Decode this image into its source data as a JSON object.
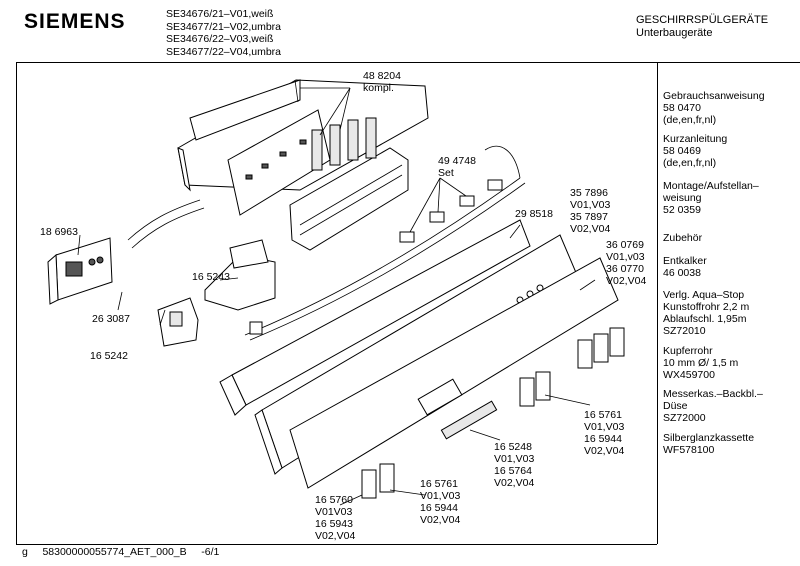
{
  "header": {
    "brand": "SIEMENS",
    "models": [
      "SE34676/21–V01,weiß",
      "SE34677/21–V02,umbra",
      "SE34676/22–V03,weiß",
      "SE34677/22–V04,umbra"
    ],
    "category_line1": "GESCHIRRSPÜLGERÄTE",
    "category_line2": "Unterbaugeräte"
  },
  "sidebar": [
    {
      "lines": [
        "Gebrauchsanweisung",
        "58 0470",
        "(de,en,fr,nl)"
      ]
    },
    {
      "lines": [
        "Kurzanleitung",
        "58 0469",
        "(de,en,fr,nl)"
      ]
    },
    {
      "lines": [
        "Montage/Aufstellan–",
        "weisung",
        "52 0359"
      ]
    },
    {
      "lines": [
        "Zubehör"
      ]
    },
    {
      "lines": [
        "Entkalker",
        "46 0038"
      ]
    },
    {
      "lines": [
        "Verlg. Aqua–Stop",
        "Kunstoffrohr 2,2 m",
        "Ablaufschl. 1,95m",
        "SZ72010"
      ]
    },
    {
      "lines": [
        "Kupferrohr",
        "10 mm Ø/ 1,5 m",
        "WX459700"
      ]
    },
    {
      "lines": [
        "Messerkas.–Backbl.–",
        "Düse",
        "SZ72000"
      ]
    },
    {
      "lines": [
        "Silberglanzkassette",
        "WF578100"
      ]
    }
  ],
  "part_labels": [
    {
      "lines": [
        "48 8204",
        "kompl."
      ]
    },
    {
      "lines": [
        "49 4748",
        "Set"
      ]
    },
    {
      "lines": [
        "35 7896",
        "V01,V03",
        "35 7897",
        "V02,V04"
      ]
    },
    {
      "lines": [
        "29 8518"
      ]
    },
    {
      "lines": [
        "18 6963"
      ]
    },
    {
      "lines": [
        "36 0769",
        "V01,v03",
        "36 0770",
        "V02,V04"
      ]
    },
    {
      "lines": [
        "16 5243"
      ]
    },
    {
      "lines": [
        "26 3087"
      ]
    },
    {
      "lines": [
        "16 5242"
      ]
    },
    {
      "lines": [
        "16 5761",
        "V01,V03",
        "16 5944",
        "V02,V04"
      ]
    },
    {
      "lines": [
        "16 5248",
        "V01,V03",
        "16 5764",
        "V02,V04"
      ]
    },
    {
      "lines": [
        "16 5761",
        "V01,V03",
        "16 5944",
        "V02,V04"
      ]
    },
    {
      "lines": [
        "16 5760",
        "V01V03",
        "16 5943",
        "V02,V04"
      ]
    }
  ],
  "footer": {
    "prefix": "g",
    "code": "58300000055774_AET_000_B",
    "page": "-6/1"
  }
}
